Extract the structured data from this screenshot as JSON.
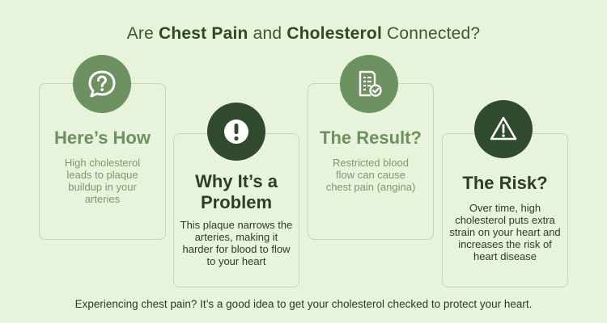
{
  "title": {
    "part1": "Are ",
    "bold1": "Chest Pain",
    "part2": " and ",
    "bold2": "Cholesterol",
    "part3": " Connected?"
  },
  "cards": [
    {
      "icon": "question-bubble-icon",
      "heading": "Here’s How",
      "body": "High cholesterol leads to plaque buildup in your arteries"
    },
    {
      "icon": "exclamation-icon",
      "heading": "Why It’s a Problem",
      "body": "This plaque narrows the arteries, making it harder for blood to flow to your heart"
    },
    {
      "icon": "checklist-icon",
      "heading": "The Result?",
      "body": "Restricted blood flow can cause chest pain (angina)"
    },
    {
      "icon": "warning-triangle-icon",
      "heading": "The Risk?",
      "body": "Over time, high cholesterol puts extra strain on your heart and increases the risk of heart disease"
    }
  ],
  "footer": "Experiencing chest pain? It’s a good idea to get your cholesterol checked to protect your heart.",
  "colors": {
    "background": "#e7f3da",
    "light_green": "#6d9161",
    "dark_green": "#2f4a2c"
  }
}
